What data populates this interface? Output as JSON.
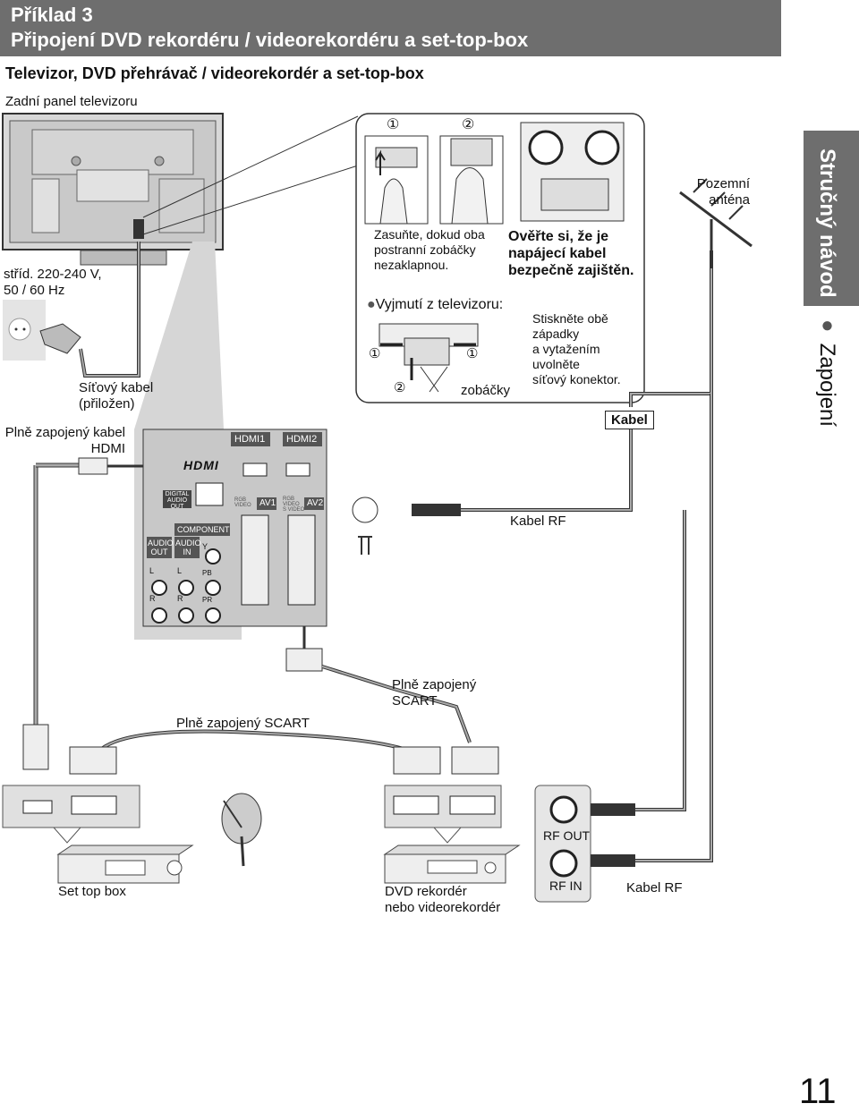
{
  "header": {
    "line1": "Příklad 3",
    "line2": "Připojení DVD rekordéru / videorekordéru a set-top-box"
  },
  "subtitle": "Televizor, DVD přehrávač / videorekordér a set-top-box",
  "tv_rear_label": "Zadní panel televizoru",
  "power": {
    "line1": "stříd. 220-240 V,",
    "line2": "50 / 60 Hz"
  },
  "power_cable": {
    "line1": "Síťový kabel",
    "line2": "(přiložen)"
  },
  "hdmi_cable": {
    "line1": "Plně zapojený kabel",
    "line2": "HDMI"
  },
  "callout": {
    "step1": "①",
    "step2": "②",
    "insert_text": [
      "Zasuňte, dokud oba",
      "postranní zobáčky",
      "nezaklapnou."
    ],
    "check_text": [
      "Ověřte si, že je",
      "napájecí kabel",
      "bezpečně zajištěn."
    ],
    "remove_heading": "Vyjmutí z televizoru:",
    "remove_text": [
      "Stiskněte obě",
      "západky",
      "a vytažením",
      "uvolněte",
      "síťový konektor."
    ],
    "jaws_label": "zobáčky"
  },
  "antenna": {
    "line1": "Pozemní",
    "line2": "anténa"
  },
  "cable_box_label": "Kabel",
  "panel": {
    "hdmi1": "HDMI1",
    "hdmi2": "HDMI2",
    "hdmi_logo": "HDMI",
    "digital_audio_out": [
      "DIGITAL",
      "AUDIO",
      "OUT"
    ],
    "component": "COMPONENT",
    "audio_out": [
      "AUDIO",
      "OUT"
    ],
    "audio_in": [
      "AUDIO",
      "IN"
    ],
    "av1": "AV1",
    "av2": "AV2",
    "rgb_video": [
      "RGB",
      "VIDEO"
    ],
    "rgb_video_svideo": [
      "RGB",
      "VIDEO",
      "S VIDEO"
    ],
    "l": "L",
    "r": "R",
    "y": "Y",
    "pb": "PB",
    "pr": "PR"
  },
  "rf_cable_top": "Kabel RF",
  "scart_right": {
    "line1": "Plně zapojený",
    "line2": "SCART"
  },
  "scart_left": "Plně zapojený SCART",
  "rf_out": "RF OUT",
  "rf_in": "RF IN",
  "set_top_box": "Set top box",
  "dvd": {
    "line1": "DVD rekordér",
    "line2": "nebo videorekordér"
  },
  "rf_cable_bottom": "Kabel RF",
  "sidebar": {
    "title": "Stručný návod",
    "section": "Zapojení"
  },
  "page_number": "11"
}
